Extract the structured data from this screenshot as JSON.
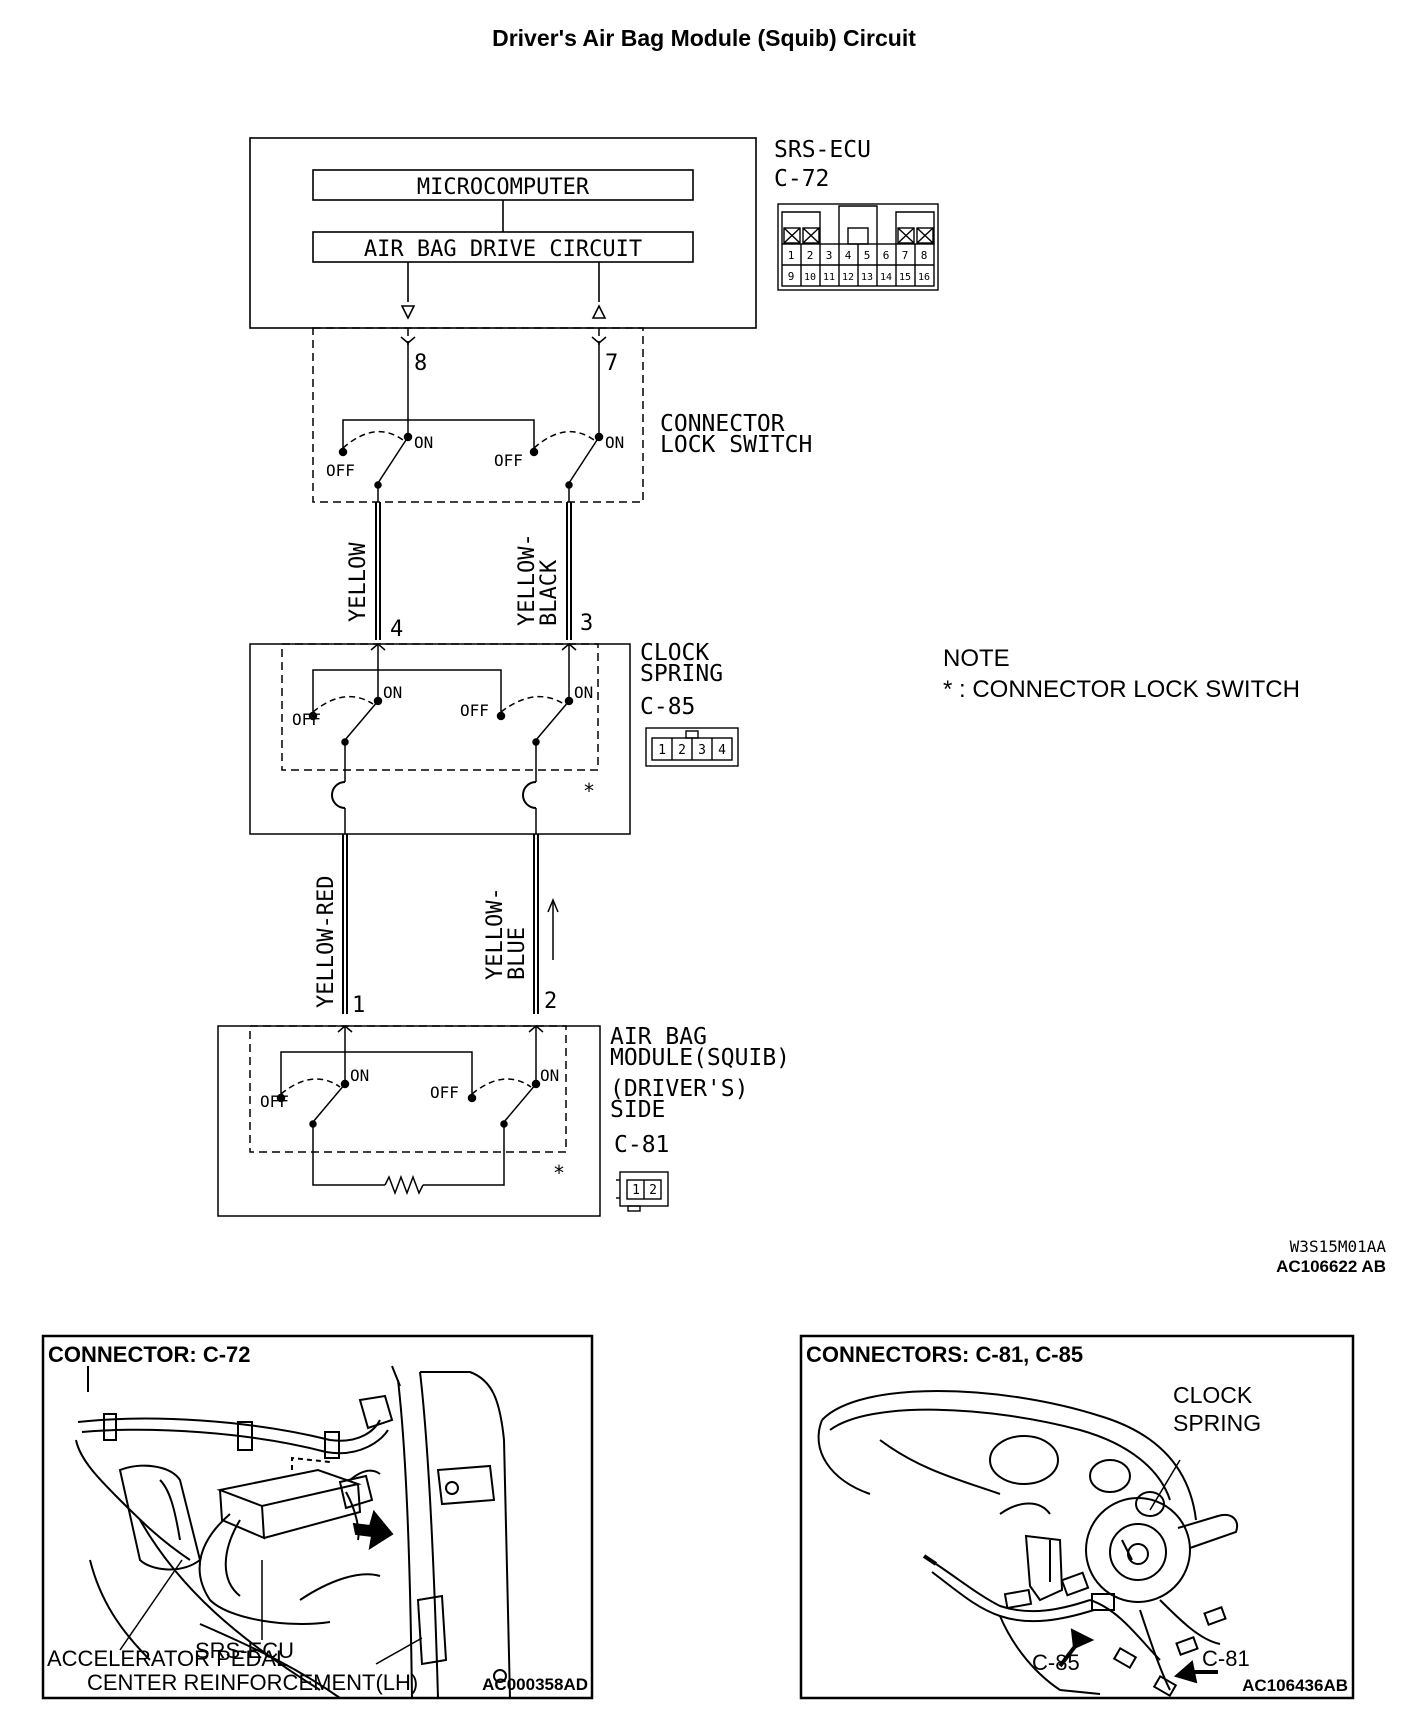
{
  "title": "Driver's Air Bag Module (Squib) Circuit",
  "ecu": {
    "name": "SRS-ECU",
    "connector": "C-72",
    "microcomputer": "MICROCOMPUTER",
    "drive_circuit": "AIR BAG DRIVE CIRCUIT",
    "pins_top": [
      "1",
      "2",
      "3",
      "4",
      "5",
      "6",
      "7",
      "8"
    ],
    "pins_bottom": [
      "9",
      "10",
      "11",
      "12",
      "13",
      "14",
      "15",
      "16"
    ],
    "pin_left": "8",
    "pin_right": "7"
  },
  "connector_lock": {
    "label_line1": "CONNECTOR",
    "label_line2": "LOCK SWITCH",
    "on": "ON",
    "off": "OFF"
  },
  "wires": {
    "ecu_to_clock_left": "YELLOW",
    "ecu_to_clock_right_line1": "YELLOW-",
    "ecu_to_clock_right_line2": "BLACK",
    "clock_to_squib_left": "YELLOW-RED",
    "clock_to_squib_right_line1": "YELLOW-",
    "clock_to_squib_right_line2": "BLUE"
  },
  "clock_spring": {
    "label_line1": "CLOCK",
    "label_line2": "SPRING",
    "connector": "C-85",
    "pin_left": "4",
    "pin_right": "3",
    "pins": [
      "1",
      "2",
      "3",
      "4"
    ],
    "star": "*"
  },
  "squib": {
    "label_line1": "AIR BAG",
    "label_line2": "MODULE(SQUIB)",
    "label_line3": "(DRIVER'S)",
    "label_line4": "SIDE",
    "connector": "C-81",
    "pin_left": "1",
    "pin_right": "2",
    "pins": [
      "1",
      "2"
    ],
    "star": "*"
  },
  "note": {
    "heading": "NOTE",
    "text": "* : CONNECTOR LOCK SWITCH"
  },
  "codes": {
    "line1": "W3S15M01AA",
    "line2": "AC106622 AB"
  },
  "panel_left": {
    "title": "CONNECTOR: C-72",
    "label_ecu": "SRS-ECU",
    "label_pedal": "ACCELERATOR PEDAL",
    "label_reinf": "CENTER REINFORCEMENT(LH)",
    "code": "AC000358AD"
  },
  "panel_right": {
    "title": "CONNECTORS: C-81, C-85",
    "label_clock1": "CLOCK",
    "label_clock2": "SPRING",
    "label_c85": "C-85",
    "label_c81": "C-81",
    "code": "AC106436AB"
  }
}
